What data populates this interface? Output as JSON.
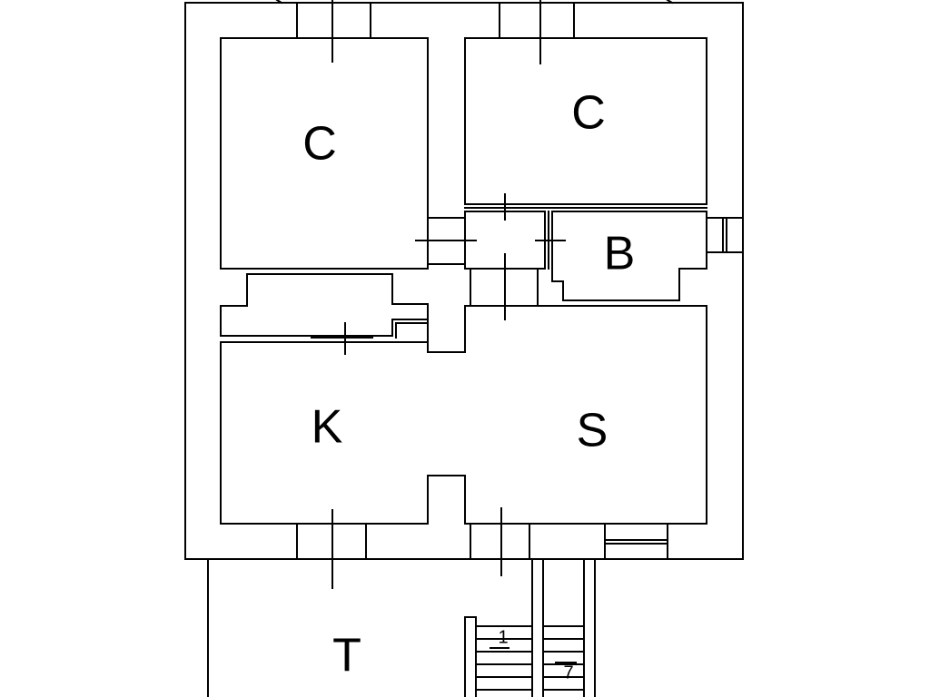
{
  "plan": {
    "line_color": "#000000",
    "background": "#ffffff",
    "rooms": {
      "room_c_left": "C",
      "room_c_right": "C",
      "room_b": "B",
      "room_k": "K",
      "room_s": "S",
      "room_t": "T"
    },
    "stair_marks": {
      "left": "1",
      "right": "7"
    }
  }
}
